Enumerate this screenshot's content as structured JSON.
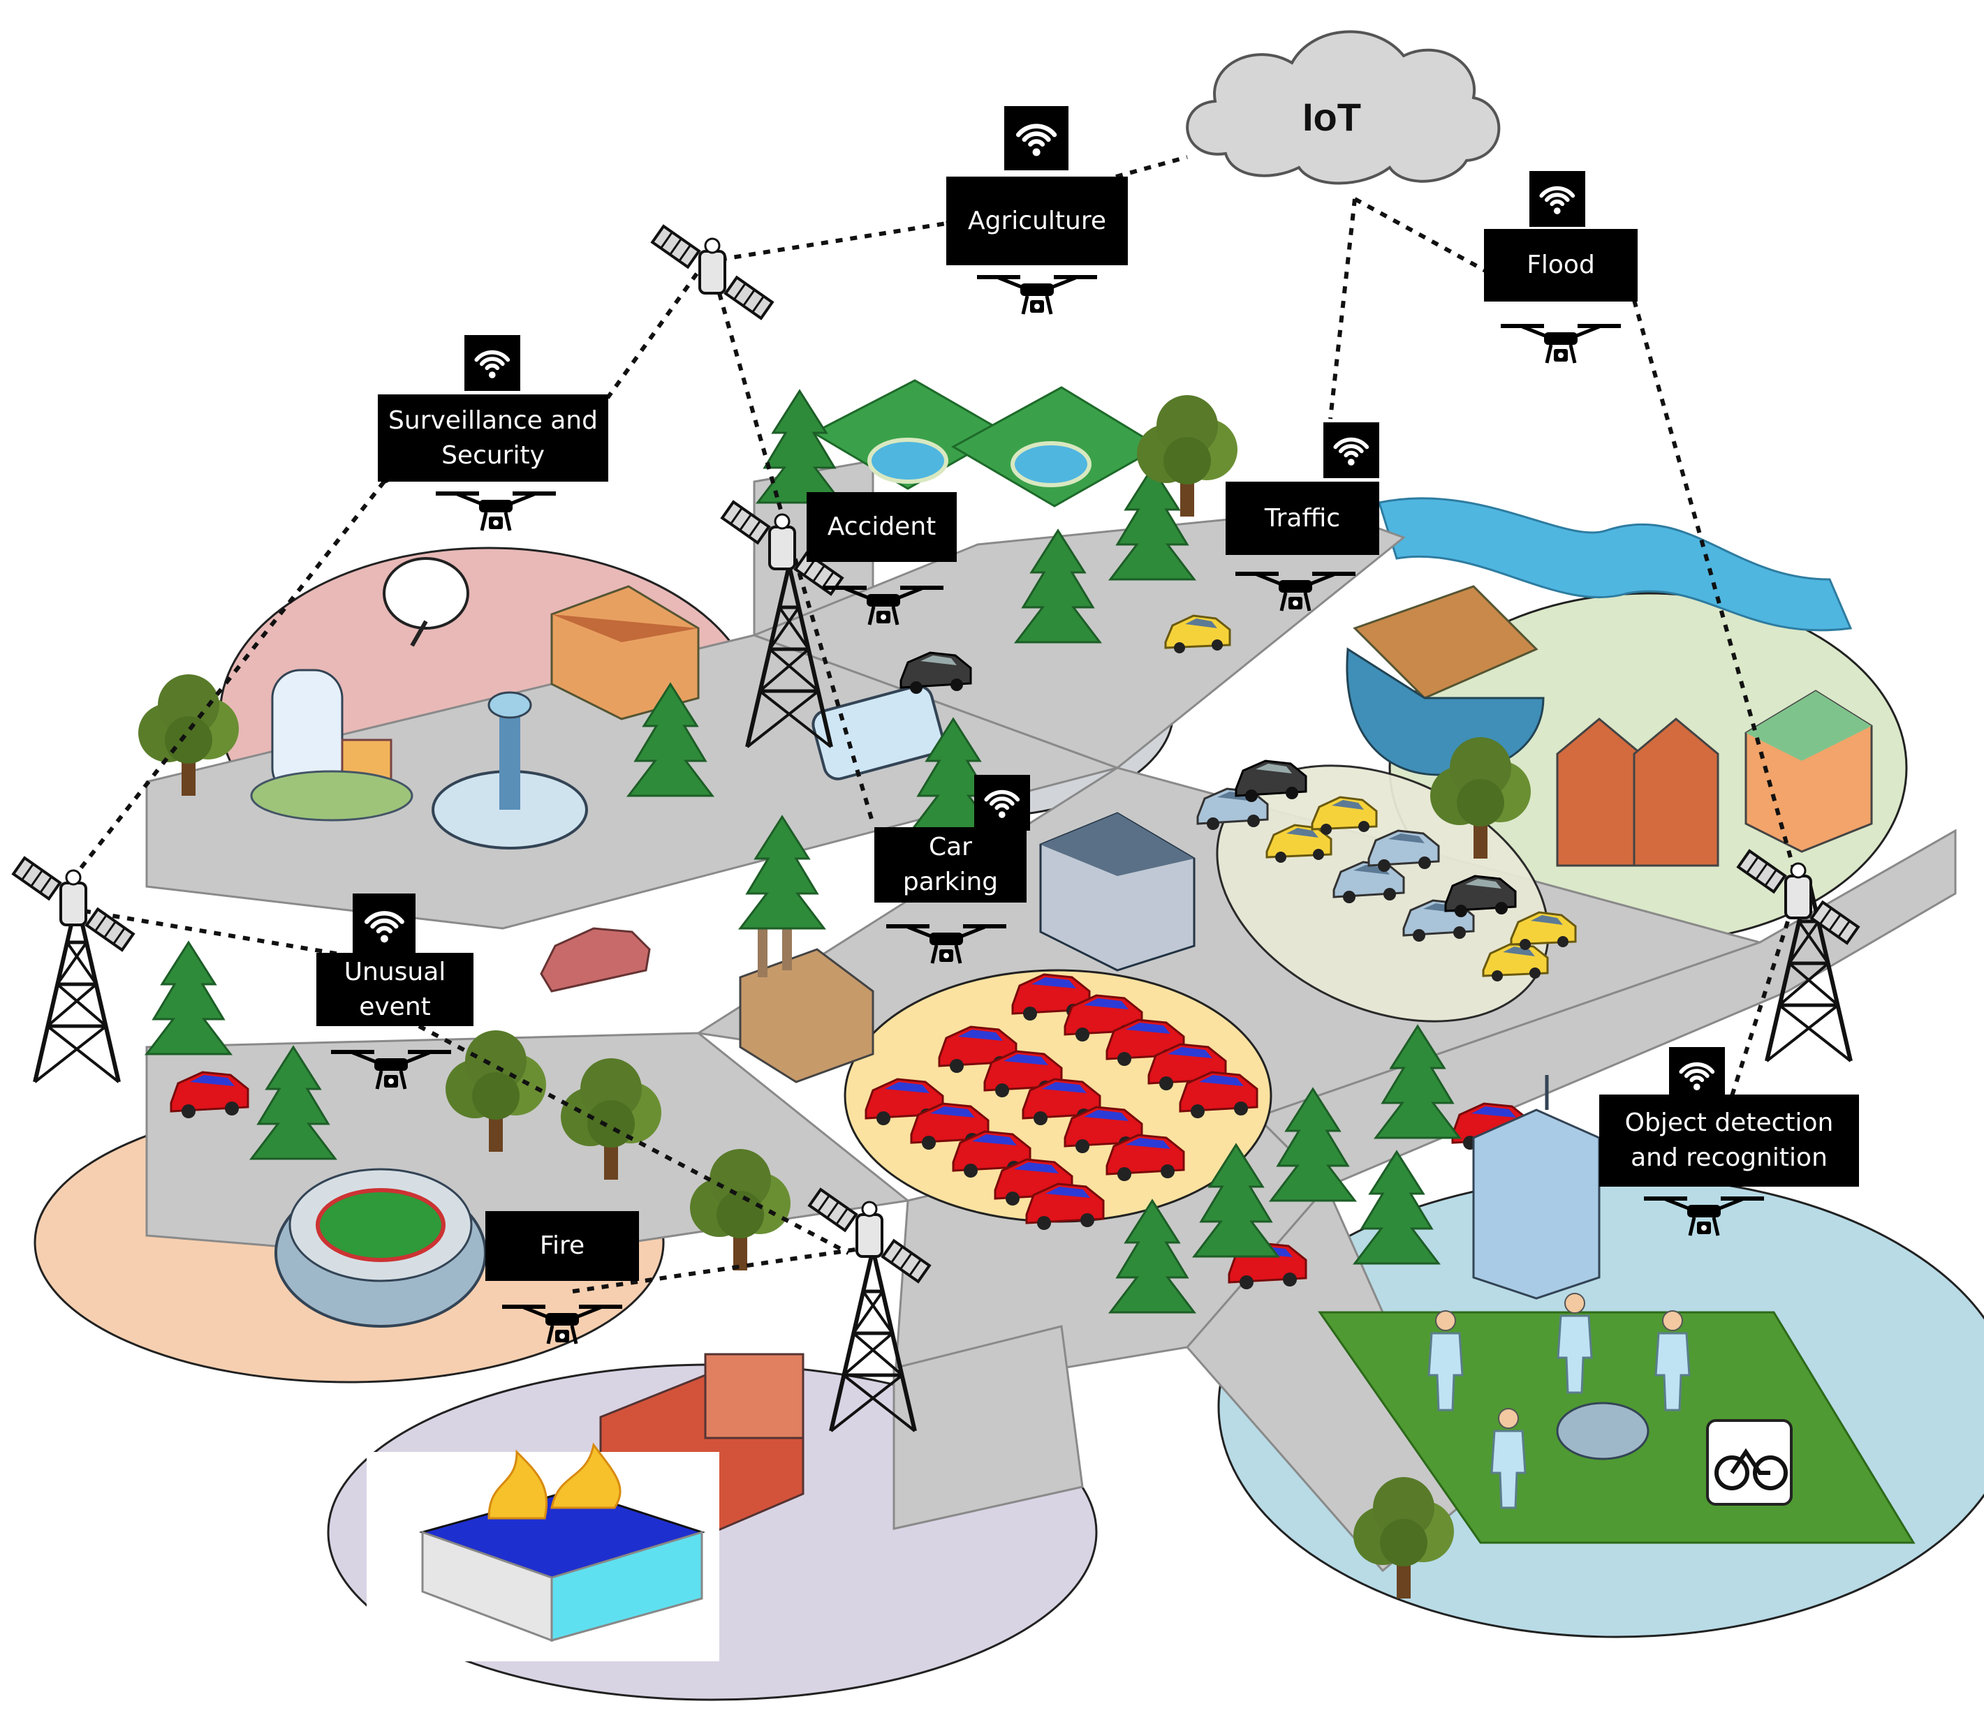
{
  "cloud": {
    "label": "IoT"
  },
  "labels": {
    "agriculture": "Agriculture",
    "flood": "Flood",
    "surveillance": "Surveillance and\nSecurity",
    "accident": "Accident",
    "traffic": "Traffic",
    "car_parking": "Car\nparking",
    "unusual_event": "Unusual\nevent",
    "fire": "Fire",
    "object_detection": "Object detection\nand recognition"
  },
  "colors": {
    "zone_security": "#e8b9b7",
    "zone_accident": "#d1d5d9",
    "zone_flood": "#dbe8c9",
    "zone_traffic": "#e8e8d6",
    "zone_parking": "#fbe2a0",
    "zone_stadium": "#f6cfb0",
    "zone_fire": "#d9d4e4",
    "zone_park": "#b8dbe6",
    "road": "#c8c8c8",
    "river": "#4fb6e0",
    "field": "#3aa14a",
    "grass": "#4f9a32",
    "car_red": "#e0121a",
    "car_blue": "#2d3bd6",
    "label_bg": "#000000",
    "label_text": "#ffffff"
  },
  "icons": [
    "wifi-icon",
    "drone-icon",
    "satellite-icon",
    "cell-tower-icon",
    "cloud-icon",
    "tree-icon",
    "car-icon",
    "building-icon",
    "bicycle-icon",
    "person-icon",
    "stadium-icon",
    "flame-icon"
  ]
}
